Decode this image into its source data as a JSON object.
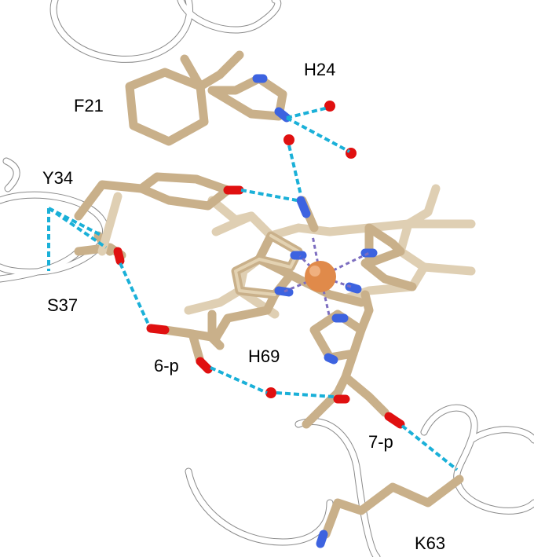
{
  "labels": {
    "f21": "F21",
    "h24": "H24",
    "y34": "Y34",
    "s37": "S37",
    "h69": "H69",
    "p6": "6-p",
    "p7": "7-p",
    "k63": "K63"
  },
  "colors": {
    "carbon": "#c9b08a",
    "nitrogen": "#3d63e0",
    "oxygen": "#e01010",
    "iron": "#e08a4a",
    "hbond": "#1ab0d8",
    "coordination": "#7d6ec0",
    "ribbon": "#ffffff"
  }
}
